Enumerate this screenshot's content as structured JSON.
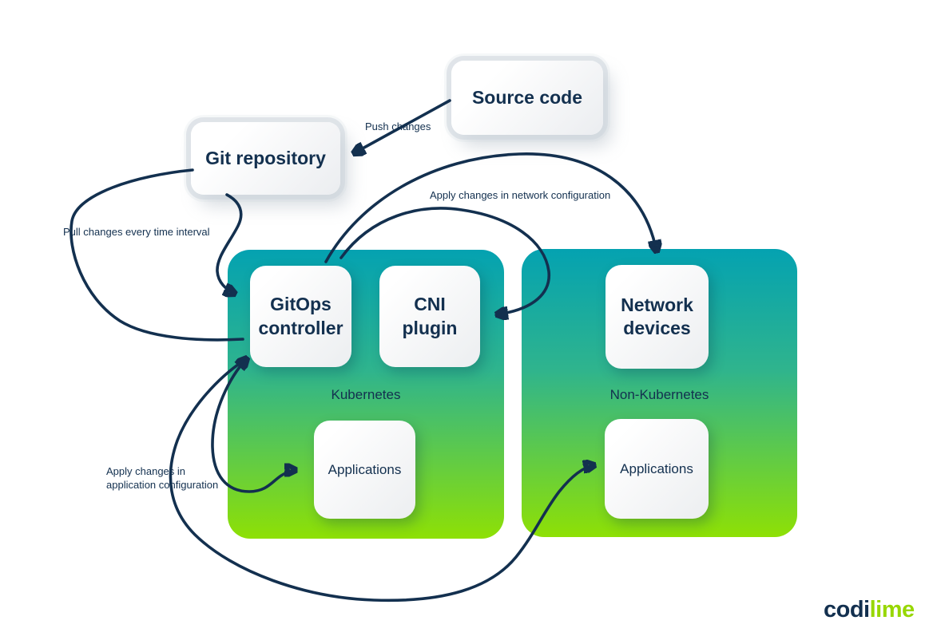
{
  "nodes": {
    "source_code": {
      "label": "Source code"
    },
    "git_repository": {
      "label": "Git repository"
    },
    "gitops_controller": {
      "label": "GitOps controller"
    },
    "cni_plugin": {
      "label": "CNI plugin"
    },
    "network_devices": {
      "label": "Network devices"
    },
    "applications_k8s": {
      "label": "Applications"
    },
    "applications_non_k8s": {
      "label": "Applications"
    }
  },
  "containers": {
    "kubernetes": {
      "label": "Kubernetes"
    },
    "non_kubernetes": {
      "label": "Non-Kubernetes"
    }
  },
  "edges": {
    "push_changes": {
      "label": "Push changes"
    },
    "pull_changes": {
      "label": "Pull changes every time interval"
    },
    "apply_network": {
      "label": "Apply changes in network configuration"
    },
    "apply_application": {
      "label": "Apply changes in application configuration"
    }
  },
  "logo": {
    "first": "codi",
    "second": "lime"
  },
  "colors": {
    "ink": "#13304f",
    "container_teal_top": "#04a2b1",
    "container_green_bottom": "#8ee005",
    "logo_lime": "#97d700"
  }
}
